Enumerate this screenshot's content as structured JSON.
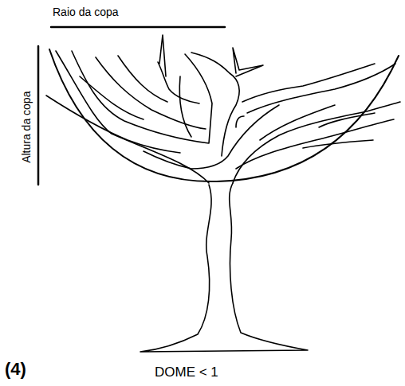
{
  "diagram": {
    "labels": [
      "Raio da copa",
      "Altura da copa",
      "(4)",
      "DOME < 1"
    ]
  }
}
